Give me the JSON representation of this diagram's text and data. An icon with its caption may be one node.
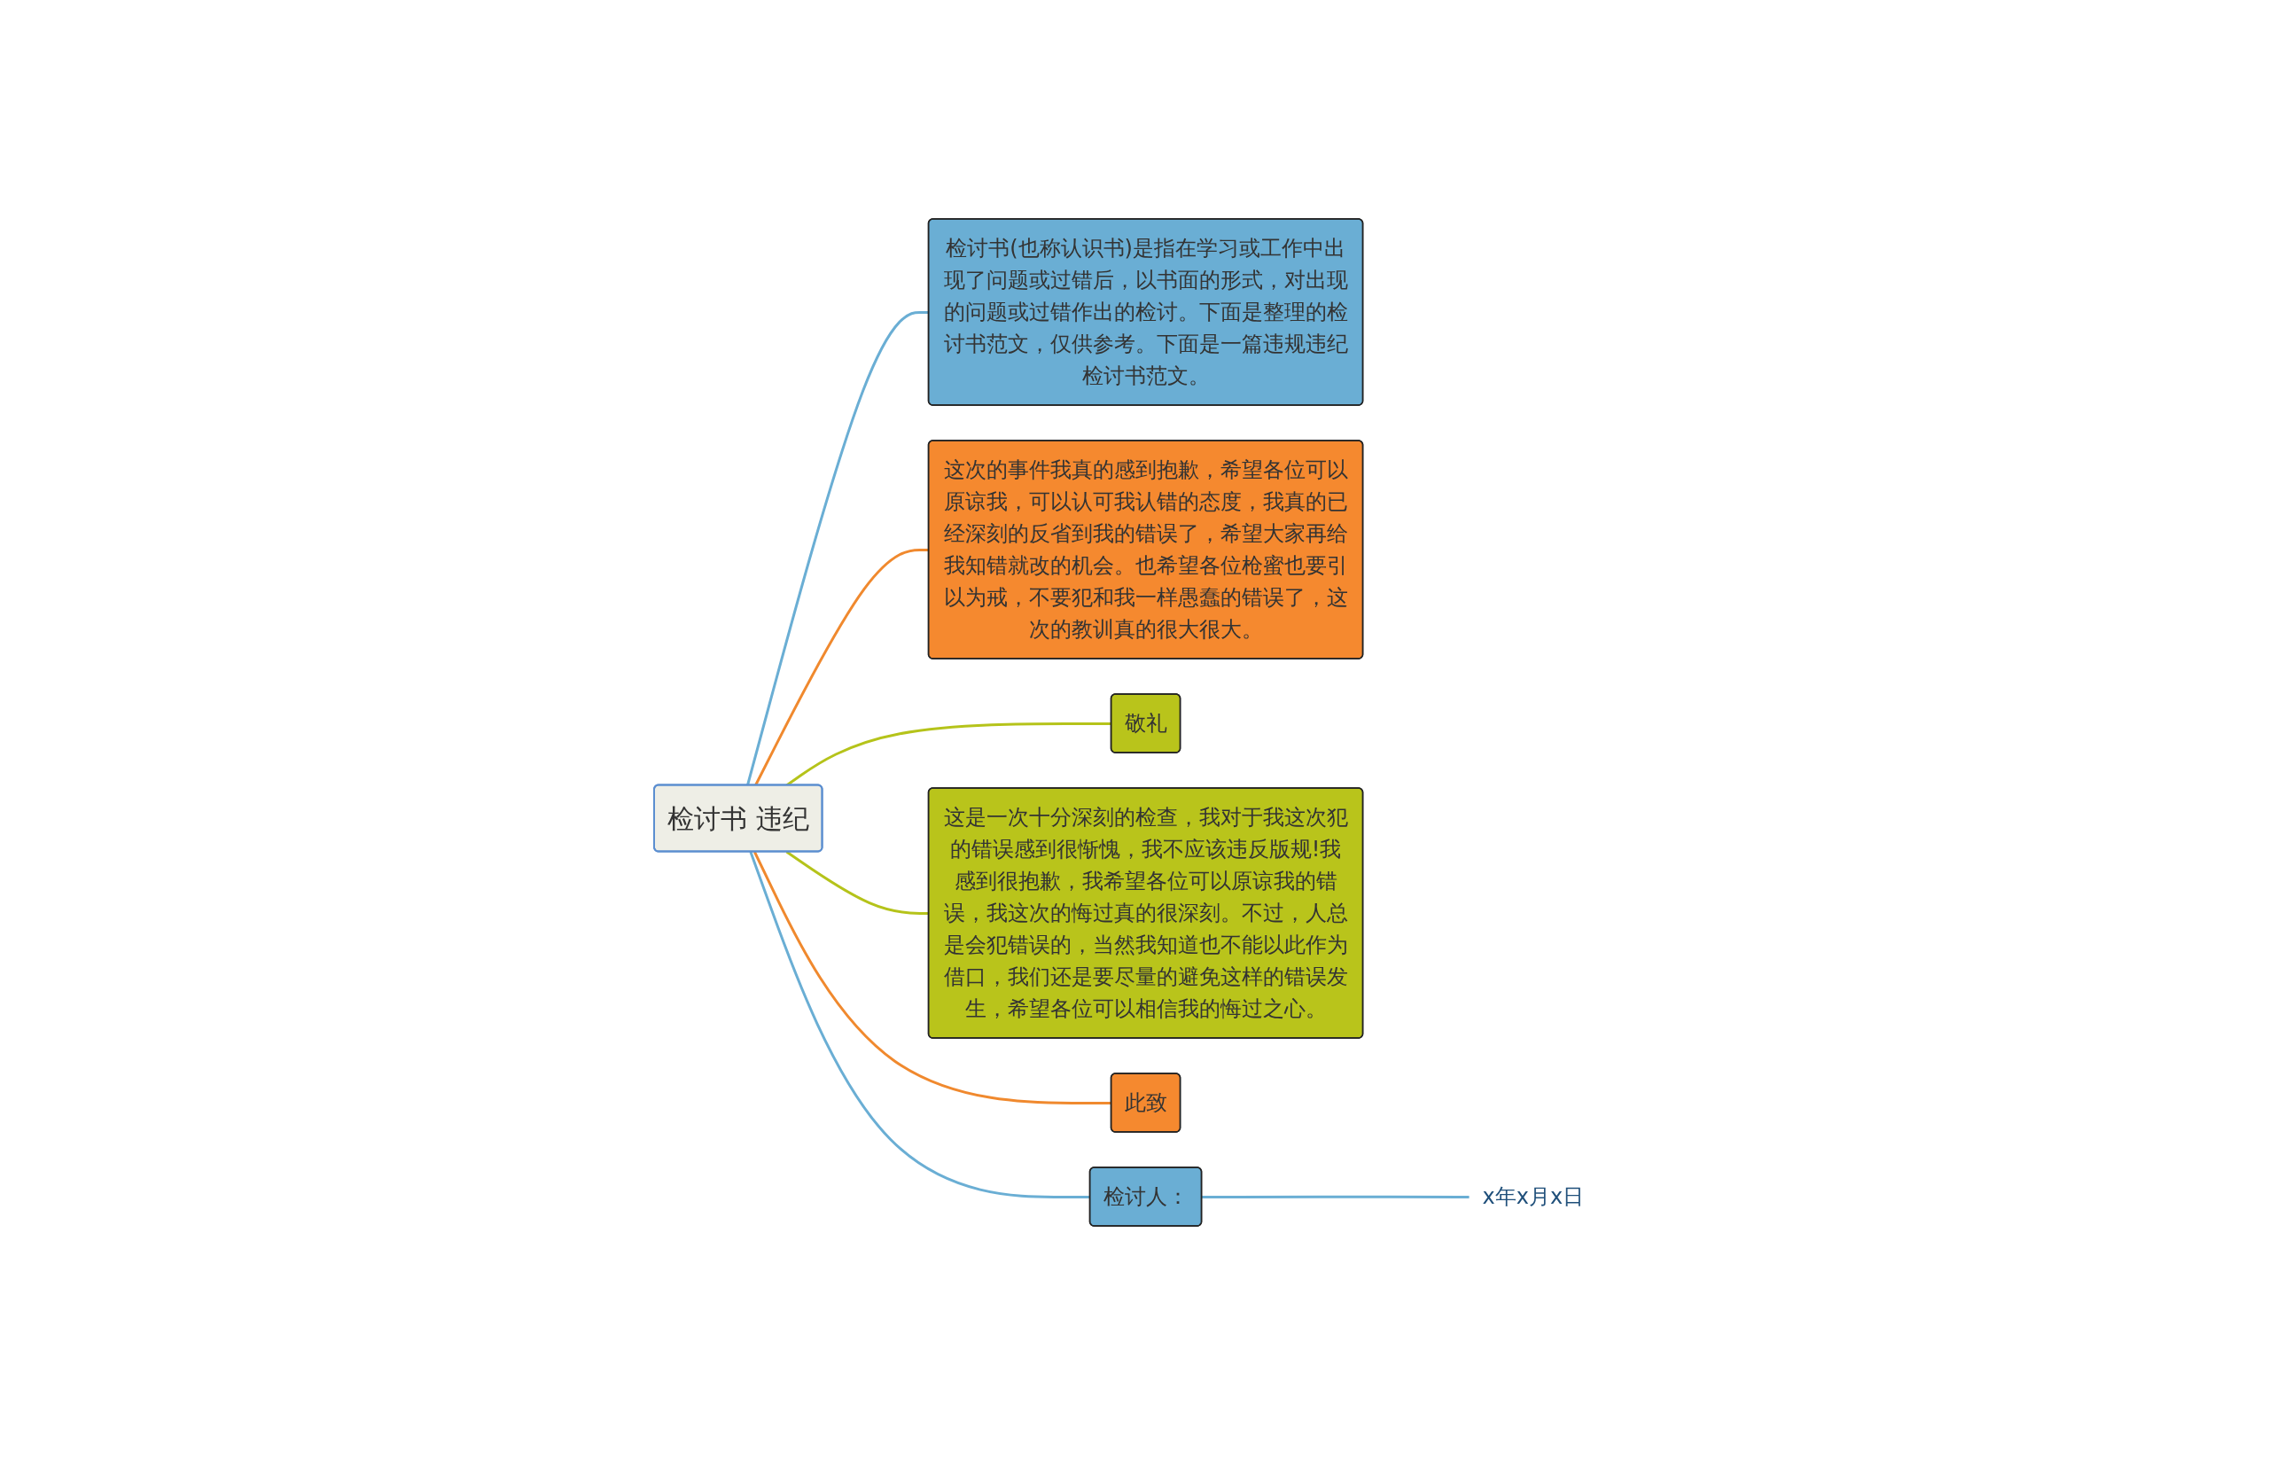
{
  "diagram": {
    "nodes": [
      {
        "text": [
          "检讨书 违纪"
        ]
      },
      {
        "text": [
          "检讨书(也称认识书)是指在学习或工作中出现了问题或过错后，以书面的形式，对出现的问题或过错作出的检讨。下面是整理的检讨书范文，仅供参考。下面是一篇违规违纪检讨书范文。"
        ]
      },
      {
        "text": [
          "这次的事件我真的感到抱歉，希望各位可以原谅我，可以认可我认错的态度，我真的已经深刻的反省到我的错误了，希望大家再给我知错就改的机会。也希望各位枪蜜也要引以为戒，不要犯和我一样愚蠢的错误了，这次的教训真的很大很大。"
        ]
      },
      {
        "text": [
          "敬礼"
        ]
      },
      {
        "text": [
          "这是一次十分深刻的检查，我对于我这次犯的错误感到很惭愧，我不应该违反版规!我感到很抱歉，我希望各位可以原谅我的错误，我这次的悔过真的很深刻。不过，人总是会犯错误的，当然我知道也不能以此作为借口，我们还是要尽量的避免这样的错误发生，希望各位可以相信我的悔过之心。"
        ]
      },
      {
        "text": [
          "此致"
        ]
      },
      {
        "text": [
          "检讨人："
        ]
      },
      {
        "text": [
          "x年x月x日"
        ]
      }
    ],
    "edges": [
      {
        "from": 0,
        "to": 1,
        "arrow": "none",
        "color": "#6aaed4"
      },
      {
        "from": 0,
        "to": 2,
        "arrow": "none",
        "color": "#f0892e"
      },
      {
        "from": 0,
        "to": 3,
        "arrow": "none",
        "color": "#b5c31a"
      },
      {
        "from": 0,
        "to": 4,
        "arrow": "none",
        "color": "#b5c31a"
      },
      {
        "from": 0,
        "to": 5,
        "arrow": "none",
        "color": "#f0892e"
      },
      {
        "from": 0,
        "to": 6,
        "arrow": "none",
        "color": "#6aaed4"
      },
      {
        "from": 6,
        "to": 7,
        "arrow": "none",
        "color": "#6aaed4"
      }
    ]
  }
}
